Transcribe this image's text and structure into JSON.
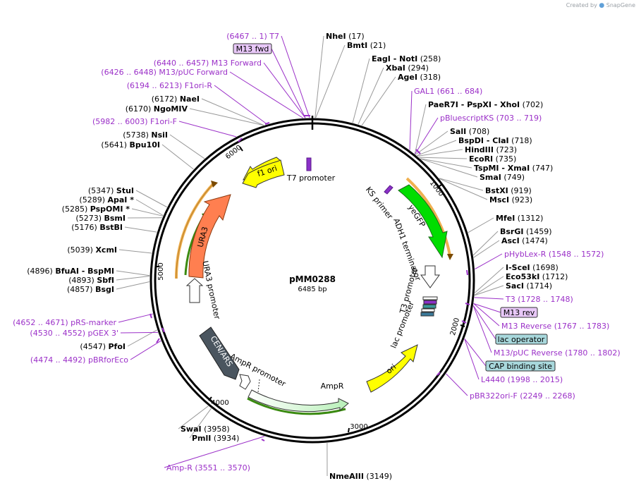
{
  "brand": {
    "created_by": "Created by",
    "product": "SnapGene"
  },
  "plasmid": {
    "name": "pMM0288",
    "length_label": "6485 bp",
    "length": 6485
  },
  "enzymes": [
    {
      "name": "NheI",
      "pos": "(17)"
    },
    {
      "name": "BmtI",
      "pos": "(21)"
    },
    {
      "name": "EagI  - NotI",
      "pos": "(258)"
    },
    {
      "name": "XbaI",
      "pos": "(294)"
    },
    {
      "name": "AgeI",
      "pos": "(318)"
    },
    {
      "name": "PaeR7I  - PspXI  - XhoI",
      "pos": "(702)"
    },
    {
      "name": "SalI",
      "pos": "(708)"
    },
    {
      "name": "BspDI  - ClaI",
      "pos": "(718)"
    },
    {
      "name": "HindIII",
      "pos": "(723)"
    },
    {
      "name": "EcoRI",
      "pos": "(735)"
    },
    {
      "name": "TspMI  - XmaI",
      "pos": "(747)"
    },
    {
      "name": "SmaI",
      "pos": "(749)"
    },
    {
      "name": "BstXI",
      "pos": "(919)"
    },
    {
      "name": "MscI",
      "pos": "(923)"
    },
    {
      "name": "MfeI",
      "pos": "(1312)"
    },
    {
      "name": "BsrGI",
      "pos": "(1459)"
    },
    {
      "name": "AscI",
      "pos": "(1474)"
    },
    {
      "name": "I-SceI",
      "pos": "(1698)"
    },
    {
      "name": "Eco53kI",
      "pos": "(1712)"
    },
    {
      "name": "SacI",
      "pos": "(1714)"
    },
    {
      "name": "NmeAIII",
      "pos": "(3149)"
    },
    {
      "name": "PmlI",
      "pos": "(3934)"
    },
    {
      "name": "SwaI",
      "pos": "(3958)"
    },
    {
      "name": "PfoI",
      "pos": "(4547)"
    },
    {
      "name": "BsgI",
      "pos": "(4857)"
    },
    {
      "name": "SbfI",
      "pos": "(4893)"
    },
    {
      "name": "BfuAI  - BspMI",
      "pos": "(4896)"
    },
    {
      "name": "XcmI",
      "pos": "(5039)"
    },
    {
      "name": "BstBI",
      "pos": "(5176)"
    },
    {
      "name": "BsmI",
      "pos": "(5273)"
    },
    {
      "name": "PspOMI *",
      "pos": "(5285)"
    },
    {
      "name": "ApaI *",
      "pos": "(5289)"
    },
    {
      "name": "StuI",
      "pos": "(5347)"
    },
    {
      "name": "Bpu10I",
      "pos": "(5641)"
    },
    {
      "name": "NsiI",
      "pos": "(5738)"
    },
    {
      "name": "NgoMIV",
      "pos": "(6170)"
    },
    {
      "name": "NaeI",
      "pos": "(6172)"
    }
  ],
  "primers": [
    {
      "range": "(6467 .. 1)",
      "name": "T7"
    },
    {
      "range": "(6440 .. 6457)",
      "name": "M13 Forward"
    },
    {
      "range": "(6426 .. 6448)",
      "name": "M13/pUC Forward"
    },
    {
      "range": "(6194 .. 6213)",
      "name": "F1ori-R"
    },
    {
      "range": "(5982 .. 6003)",
      "name": "F1ori-F"
    },
    {
      "range": "(661 .. 684)",
      "name": "GAL1"
    },
    {
      "range": "(703 .. 719)",
      "name": "pBluescriptKS"
    },
    {
      "range": "(1548 .. 1572)",
      "name": "pHybLex-R"
    },
    {
      "range": "(1728 .. 1748)",
      "name": "T3"
    },
    {
      "range": "(1767 .. 1783)",
      "name": "M13 Reverse"
    },
    {
      "range": "(1780 .. 1802)",
      "name": "M13/pUC Reverse"
    },
    {
      "range": "(1998 .. 2015)",
      "name": "L4440"
    },
    {
      "range": "(2249 .. 2268)",
      "name": "pBR322ori-F"
    },
    {
      "range": "(3551 .. 3570)",
      "name": "Amp-R"
    },
    {
      "range": "(4474 .. 4492)",
      "name": "pBRforEco"
    },
    {
      "range": "(4530 .. 4552)",
      "name": "pGEX 3'"
    },
    {
      "range": "(4652 .. 4671)",
      "name": "pRS-marker"
    }
  ],
  "boxed_labels": {
    "m13_fwd": "M13 fwd",
    "m13_rev": "M13 rev",
    "lac_operator": "lac operator",
    "cap_binding_site": "CAP binding site"
  },
  "features": {
    "f1_ori": "f1 ori",
    "t7_promoter": "T7 promoter",
    "ks_primer": "KS primer",
    "yegfp": "yeGFP",
    "adh1_terminator": "ADH1 terminator",
    "t3_promoter": "T3 promoter",
    "lac_promoter": "lac promoter",
    "ori": "ori",
    "ampr": "AmpR",
    "ampr_promoter": "AmpR promoter",
    "cen_ars": "CEN/ARS",
    "ura3": "URA3",
    "ura3_promoter": "URA3 promoter"
  },
  "ticks": [
    "1000",
    "2000",
    "3000",
    "4000",
    "5000",
    "6000"
  ],
  "colors": {
    "primer": "#9b30c8",
    "yegfp": "#00dd00",
    "f1_ori": "#ffff00",
    "ori": "#ffff00",
    "ampr": "#ccffcc",
    "ura3": "#ff7f50",
    "cen_ars": "#4a555f",
    "orange_arc": "#f0b050",
    "green_arc": "#3a8a10",
    "box_purple": "#e8c8f8",
    "box_teal": "#a8d8dc"
  }
}
